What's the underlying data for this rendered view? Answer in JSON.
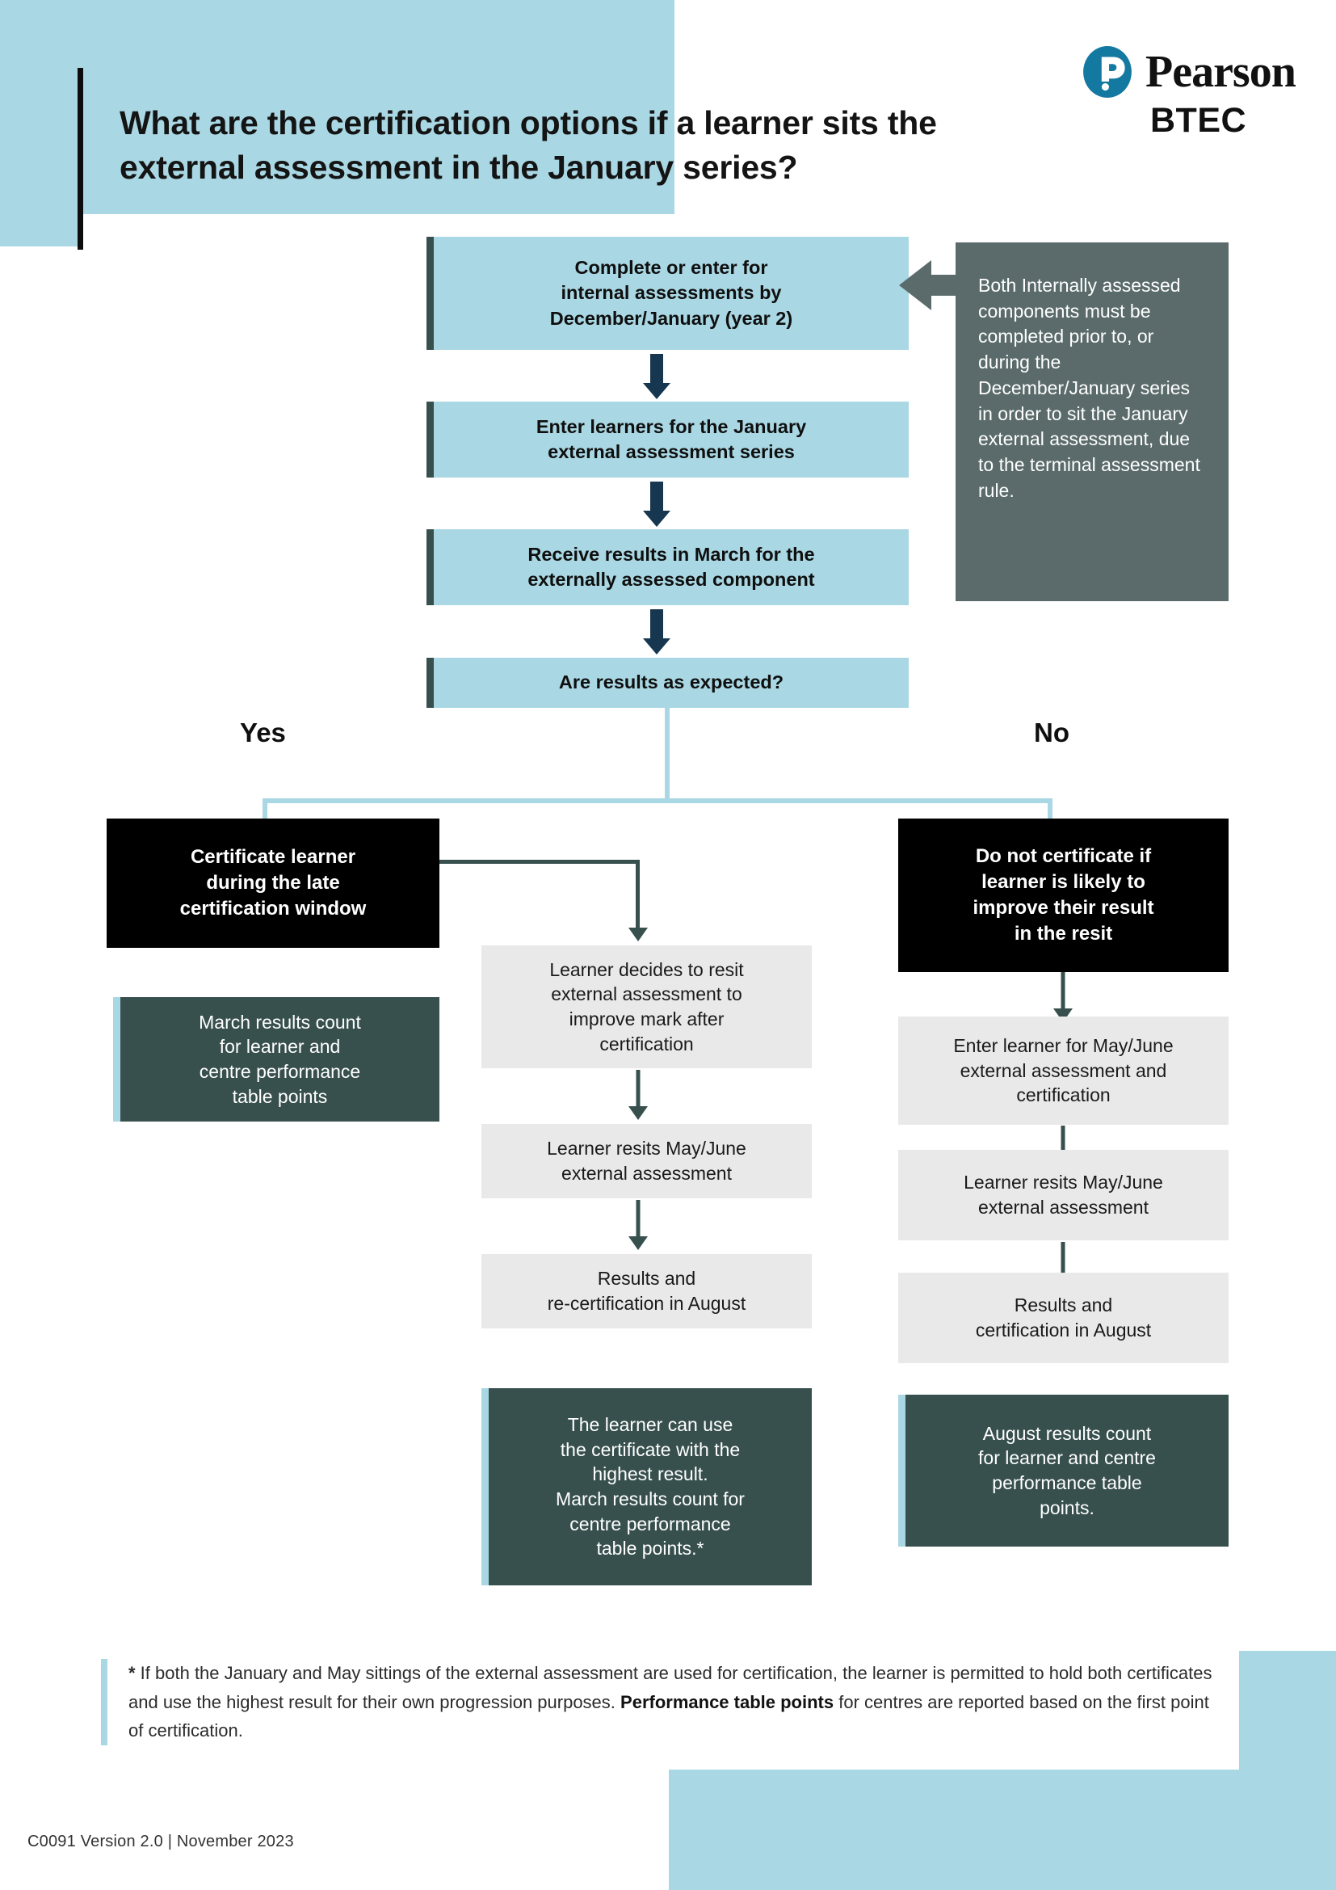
{
  "header": {
    "title": "What are the certification options if a learner\nsits the external assessment in the January series?",
    "logo_word": "Pearson",
    "logo_sub": "BTEC",
    "logo_accent": "#1479a0"
  },
  "colors": {
    "light_blue": "#a9d7e3",
    "slate": "#37504e",
    "note_grey": "#5b6b6b",
    "grey_light": "#e9e9e9",
    "black": "#000000",
    "arrow_navy": "#16374f"
  },
  "flow": {
    "step1": "Complete or enter for\ninternal assessments by\nDecember/January (year 2)",
    "step2": "Enter learners for the January\nexternal assessment series",
    "step3": "Receive results in March for the\nexternally assessed component",
    "decision": "Are results as expected?",
    "note": "Both Internally assessed components must be completed prior to, or during the December/January series in order to sit the January external assessment, due to the terminal assessment rule."
  },
  "branches": {
    "yes_label": "Yes",
    "no_label": "No"
  },
  "yes_branch": {
    "box1": "Certificate learner\nduring the late\ncertification window",
    "box2": "March results count\nfor learner and\ncentre performance\ntable points"
  },
  "middle_branch": {
    "box1": "Learner decides to resit\nexternal assessment to\nimprove mark after\ncertification",
    "box2": "Learner resits May/June\nexternal assessment",
    "box3": "Results and\nre-certification in August",
    "box4": "The learner can use\nthe certificate with the\nhighest result.\nMarch results count for\ncentre performance\ntable points.*"
  },
  "no_branch": {
    "box1": "Do not certificate if\nlearner is likely to\nimprove their result\nin the resit",
    "box2": "Enter learner for May/June\nexternal assessment and\ncertification",
    "box3": "Learner resits May/June\nexternal assessment",
    "box4": "Results and\ncertification in August",
    "box5": "August results count\nfor learner and centre\nperformance table\npoints."
  },
  "footnote": {
    "marker": "*",
    "line1": " If both the January and May sittings of the external assessment are used for certification, the learner",
    "line2": "is permitted to hold both certificates and use the highest result for their own progression purposes. ",
    "bold": "Performance table points",
    "line3": " for centres are reported based on the first point of certification."
  },
  "version": "C0091   Version 2.0 | November 2023"
}
